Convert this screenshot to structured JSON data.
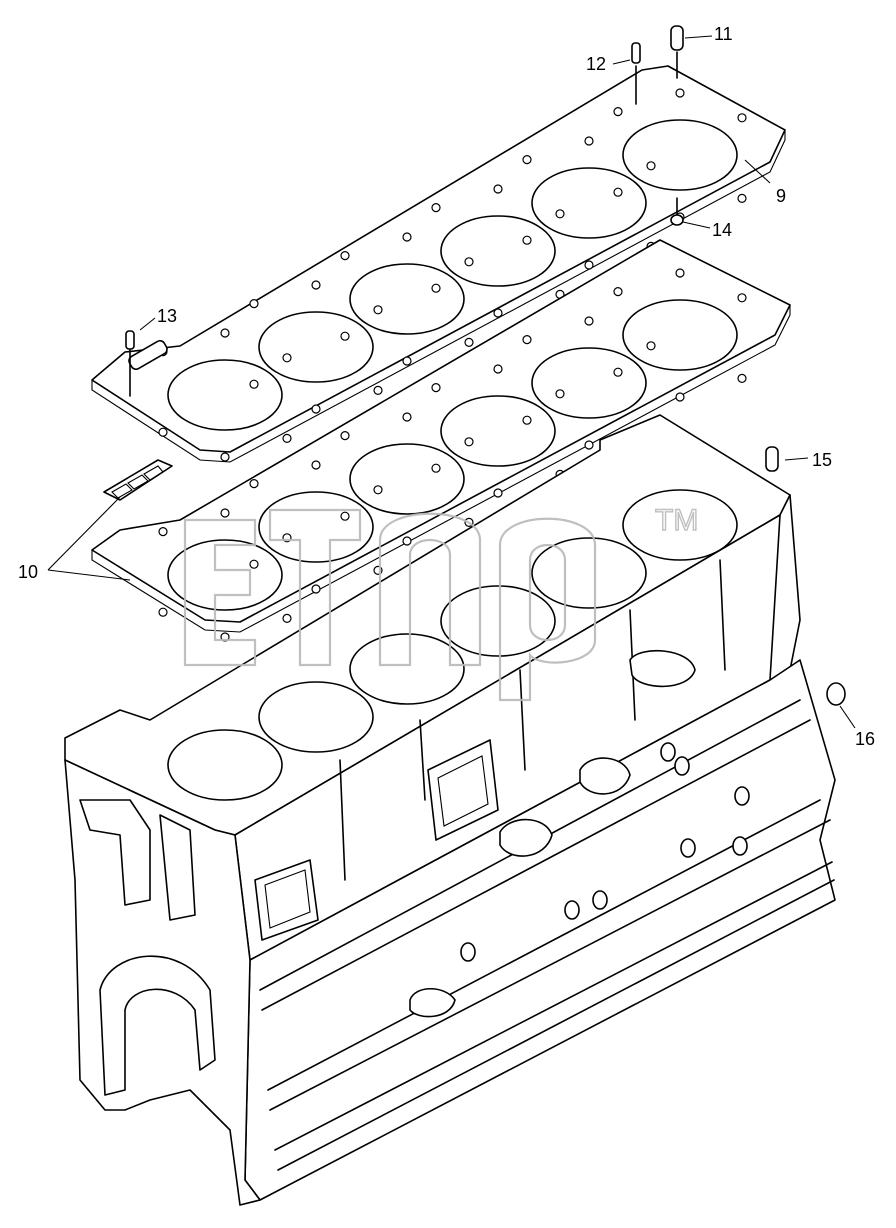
{
  "diagram": {
    "callouts": [
      {
        "id": "c9",
        "text": "9"
      },
      {
        "id": "c10",
        "text": "10"
      },
      {
        "id": "c11",
        "text": "11"
      },
      {
        "id": "c12",
        "text": "12"
      },
      {
        "id": "c13",
        "text": "13"
      },
      {
        "id": "c14",
        "text": "14"
      },
      {
        "id": "c15",
        "text": "15"
      },
      {
        "id": "c16",
        "text": "16"
      }
    ],
    "watermark": {
      "trademark": "TM"
    }
  }
}
